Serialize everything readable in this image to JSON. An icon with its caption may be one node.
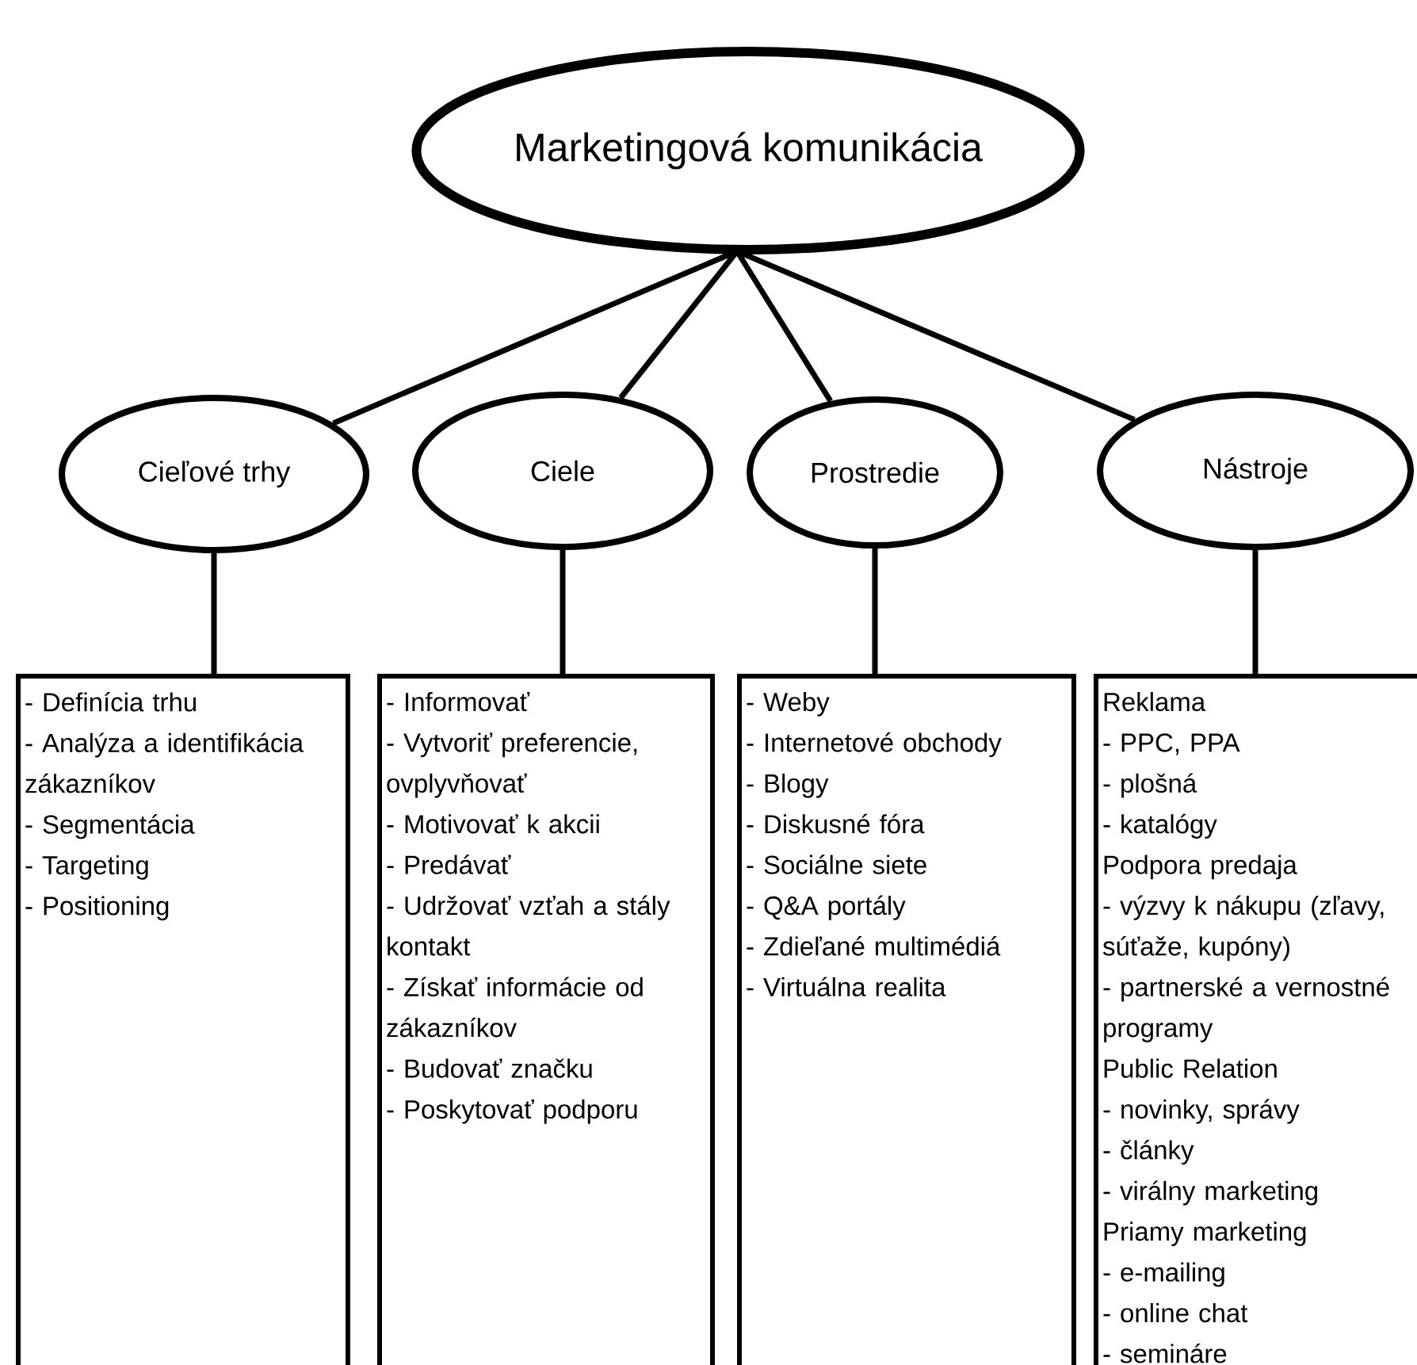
{
  "diagram": {
    "nodes": [
      {
        "text": [
          "Marketingová komunikácia"
        ]
      },
      {
        "text": [
          "Cieľové trhy"
        ]
      },
      {
        "text": [
          "Ciele"
        ]
      },
      {
        "text": [
          "Prostredie"
        ]
      },
      {
        "text": [
          "Nástroje"
        ]
      },
      {
        "text": [
          "- Definícia trhu",
          "- Analýza a identifikácia zákazníkov",
          "- Segmentácia",
          "- Targeting",
          "- Positioning"
        ]
      },
      {
        "text": [
          "- Informovať",
          "- Vytvoriť preferencie, ovplyvňovať",
          "- Motivovať k akcii",
          "- Predávať",
          "- Udržovať vzťah a stály kontakt",
          "- Získať informácie od zákazníkov",
          "- Budovať značku",
          "- Poskytovať podporu"
        ]
      },
      {
        "text": [
          "- Weby",
          "- Internetové obchody",
          "- Blogy",
          "- Diskusné fóra",
          "- Sociálne siete",
          "- Q&A portály",
          "- Zdieľané multimédiá",
          "- Virtuálna realita"
        ]
      },
      {
        "text": [
          "Reklama",
          "- PPC, PPA",
          "- plošná",
          "- katalógy",
          "Podpora predaja",
          "- výzvy k nákupu (zľavy, súťaže, kupóny)",
          "- partnerské a vernostné programy",
          "Public Relation",
          "- novinky, správy",
          "- články",
          "- virálny marketing",
          "Priamy marketing",
          "- e-mailing",
          "- online chat",
          "- semináre"
        ]
      }
    ],
    "edges": [
      {
        "from": 0,
        "to": 1,
        "arrow": "none"
      },
      {
        "from": 0,
        "to": 2,
        "arrow": "none"
      },
      {
        "from": 0,
        "to": 3,
        "arrow": "none"
      },
      {
        "from": 0,
        "to": 4,
        "arrow": "none"
      },
      {
        "from": 1,
        "to": 5,
        "arrow": "none"
      },
      {
        "from": 2,
        "to": 6,
        "arrow": "none"
      },
      {
        "from": 3,
        "to": 7,
        "arrow": "none"
      },
      {
        "from": 4,
        "to": 8,
        "arrow": "none"
      }
    ]
  }
}
